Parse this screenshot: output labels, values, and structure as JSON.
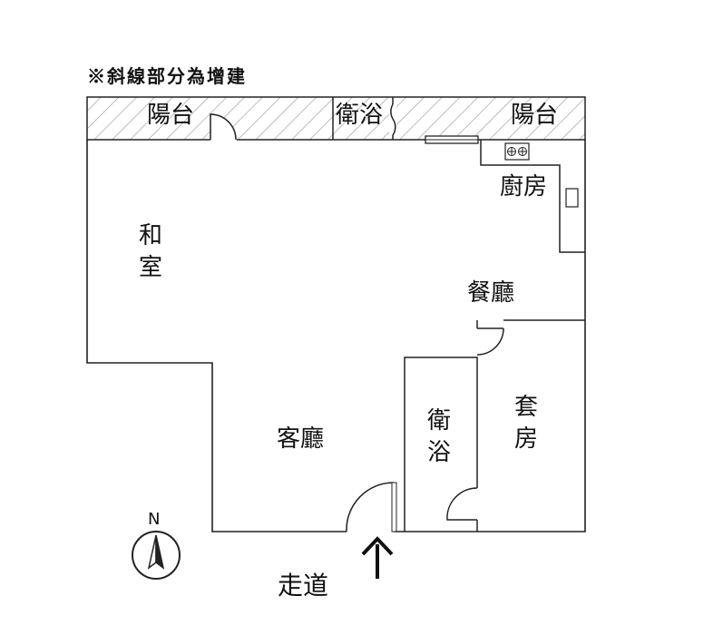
{
  "note": "※斜線部分為增建",
  "rooms": {
    "balcony_left": "陽台",
    "bath_top": "衛浴",
    "balcony_right": "陽台",
    "kitchen": "廚房",
    "japanese_room": "和室",
    "dining": "餐廳",
    "living": "客廳",
    "bath_bottom": "衛浴",
    "suite": "套房"
  },
  "north_label": "N",
  "walkway_label": "走道"
}
